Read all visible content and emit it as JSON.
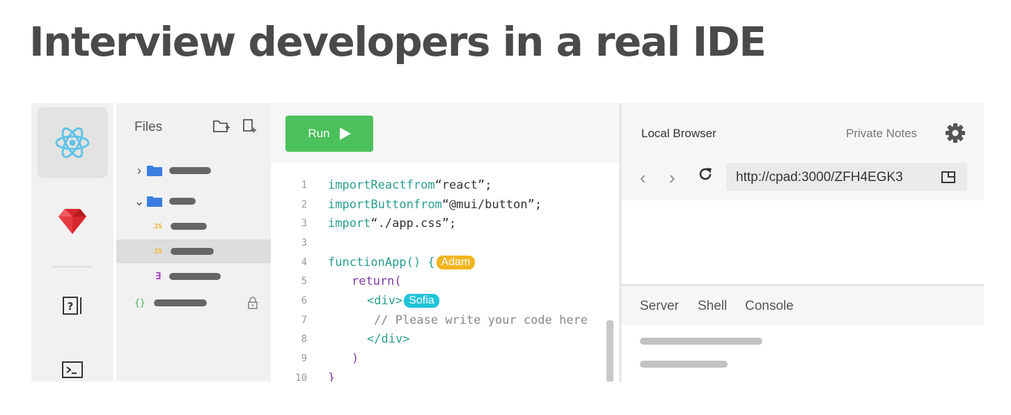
{
  "headline": "Interview developers in a real IDE",
  "sidebar": {
    "icons": [
      "react-icon",
      "ruby-icon",
      "help-icon",
      "terminal-icon"
    ]
  },
  "files": {
    "title": "Files",
    "actions": [
      "new-folder-icon",
      "new-file-icon"
    ]
  },
  "editor": {
    "run_label": "Run",
    "line_numbers": [
      "1",
      "2",
      "3",
      "3",
      "4",
      "5",
      "6",
      "7",
      "8",
      "9",
      "10"
    ],
    "code": {
      "l1_kw": "import",
      "l1_name": " React ",
      "l1_from": "from",
      "l1_str": " “react”;",
      "l2_kw": "import",
      "l2_name": " Button ",
      "l2_from": "from",
      "l2_str": " “@mui/button”;",
      "l3_kw": "import",
      "l3_str": " “./app.css”;",
      "l5_kw": "function",
      "l5_name": " App() {",
      "l6_kw": "return",
      "l6_punc": " (",
      "l7_tag": "<div>",
      "l8_cmt": "// Please write your code here",
      "l9_tag": "</div>",
      "l10_punc": ")",
      "l11_punc": "}"
    },
    "cursors": {
      "adam": "Adam",
      "sofia": "Sofia"
    }
  },
  "browser": {
    "title": "Local Browser",
    "notes": "Private Notes",
    "url": "http://cpad:3000/ZFH4EGK3",
    "back": "‹",
    "forward": "›"
  },
  "terminal": {
    "tabs": [
      "Server",
      "Shell",
      "Console"
    ]
  },
  "colors": {
    "run_green": "#4cc05b",
    "adam_yellow": "#f3b51c",
    "sofia_cyan": "#21c3d9",
    "ruby_red": "#d8262d",
    "react_blue": "#61c3e6"
  }
}
